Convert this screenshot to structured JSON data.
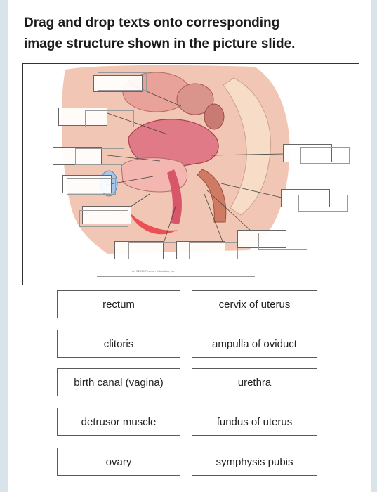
{
  "prompt": {
    "line1": "Drag and drop texts onto corresponding",
    "line2": "image structure shown in the picture slide."
  },
  "figure": {
    "credit": "art ©2010 Pearson Education, Inc."
  },
  "chips": [
    {
      "label": "rectum"
    },
    {
      "label": "cervix of uterus"
    },
    {
      "label": "clitoris"
    },
    {
      "label": "ampulla of oviduct"
    },
    {
      "label": "birth canal (vagina)"
    },
    {
      "label": "urethra"
    },
    {
      "label": "detrusor muscle"
    },
    {
      "label": "fundus of uterus"
    },
    {
      "label": "ovary"
    },
    {
      "label": "symphysis pubis"
    }
  ]
}
